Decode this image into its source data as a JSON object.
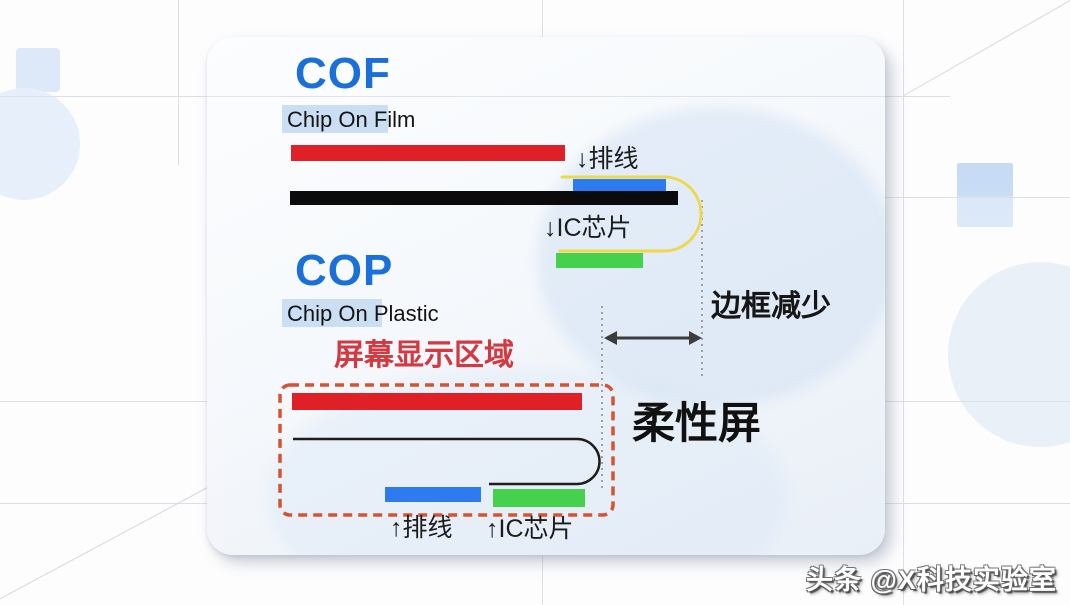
{
  "cof": {
    "title": "COF",
    "subtitle": "Chip On Film",
    "cable_label": "↓排线",
    "ic_label": "↓IC芯片"
  },
  "cop": {
    "title": "COP",
    "subtitle": "Chip On Plastic",
    "cable_label": "↑排线",
    "ic_label": "↑IC芯片"
  },
  "annotations": {
    "screen_area": "屏幕显示区域",
    "bezel_reduction": "边框减少",
    "flexible_screen": "柔性屏"
  },
  "watermark": {
    "text": "头条 @X科技实验室"
  },
  "colors": {
    "accent_blue": "#1b6fd9",
    "screen_red": "#df2127",
    "cable_blue": "#2e7bef",
    "ic_green": "#45d14d",
    "substrate_black": "#0b0b0b",
    "film_yellow": "#edd84a",
    "dashed_border_red": "#d5532f",
    "screen_area_text_red": "#d23940",
    "subtitle_highlight": "#cbdff4"
  }
}
